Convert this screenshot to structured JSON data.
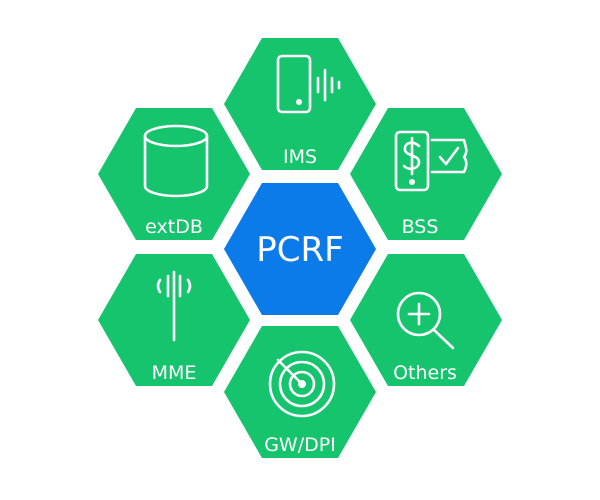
{
  "diagram": {
    "center": {
      "label": "PCRF",
      "color": "#0a7be8"
    },
    "node_color": "#16c46e",
    "nodes": [
      {
        "id": "ims",
        "label": "IMS",
        "icon": "phone-sound-icon"
      },
      {
        "id": "extdb",
        "label": "extDB",
        "icon": "database-icon"
      },
      {
        "id": "bss",
        "label": "BSS",
        "icon": "billing-payment-icon"
      },
      {
        "id": "mme",
        "label": "MME",
        "icon": "antenna-icon"
      },
      {
        "id": "others",
        "label": "Others",
        "icon": "zoom-in-icon"
      },
      {
        "id": "gwdpi",
        "label": "GW/DPI",
        "icon": "radar-icon"
      }
    ]
  }
}
